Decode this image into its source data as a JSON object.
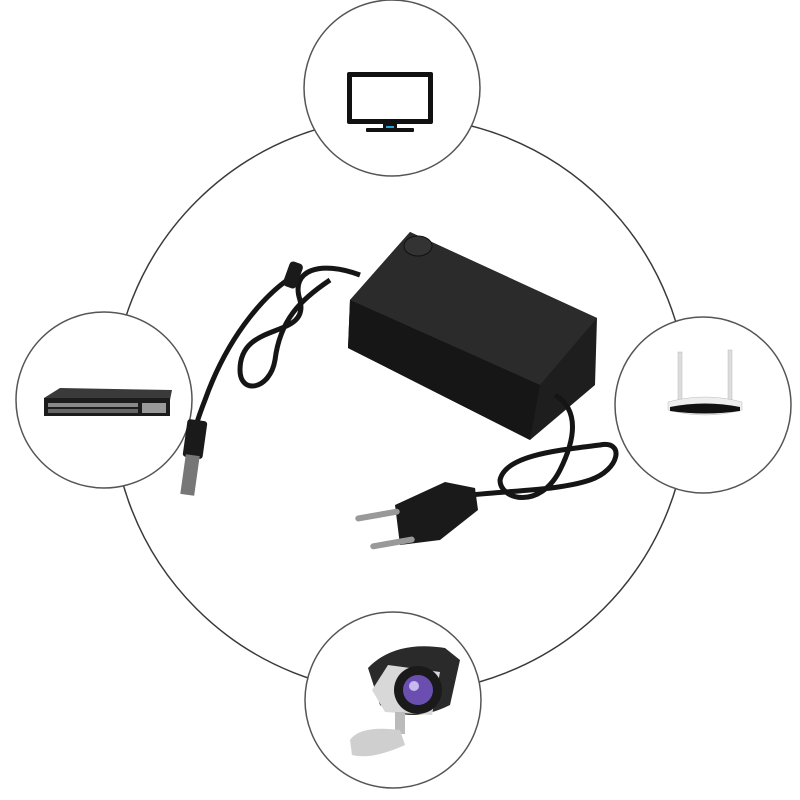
{
  "scene": {
    "subject": "power-adapter",
    "devices": [
      {
        "name": "monitor-icon",
        "position": "top"
      },
      {
        "name": "network-switch-icon",
        "position": "left"
      },
      {
        "name": "wifi-router-icon",
        "position": "right"
      },
      {
        "name": "security-camera-icon",
        "position": "bottom"
      }
    ],
    "colors": {
      "background": "#ffffff",
      "ring": "#3a3a3a",
      "device_circle_border": "#555555",
      "adapter_body": "#1e1e1e",
      "camera_lens": "#6a4fb0"
    }
  }
}
